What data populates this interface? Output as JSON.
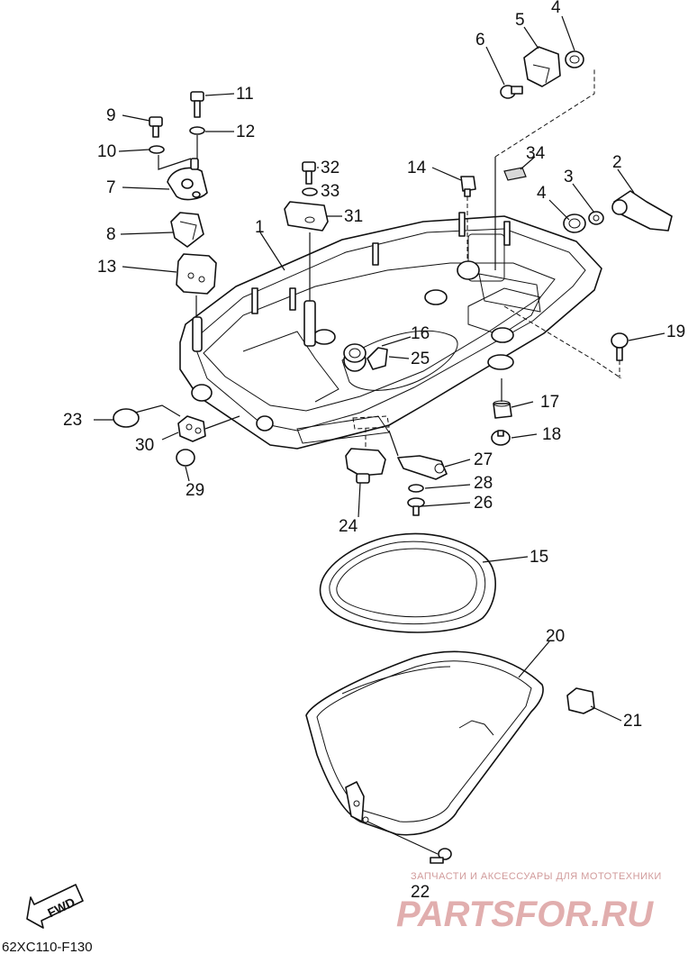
{
  "diagram": {
    "drawing_code": "62XC110-F130",
    "direction_label": "FWD",
    "watermark": {
      "caption": "ЗАПЧАСТИ И АКСЕССУАРЫ ДЛЯ МОТОТЕХНИКИ",
      "brand": "PARTSFOR.RU"
    },
    "callouts": [
      "1",
      "2",
      "3",
      "4",
      "4",
      "5",
      "6",
      "7",
      "8",
      "9",
      "10",
      "11",
      "12",
      "13",
      "14",
      "15",
      "16",
      "17",
      "18",
      "19",
      "20",
      "21",
      "22",
      "23",
      "24",
      "25",
      "26",
      "27",
      "28",
      "29",
      "30",
      "31",
      "32",
      "33",
      "34"
    ]
  }
}
